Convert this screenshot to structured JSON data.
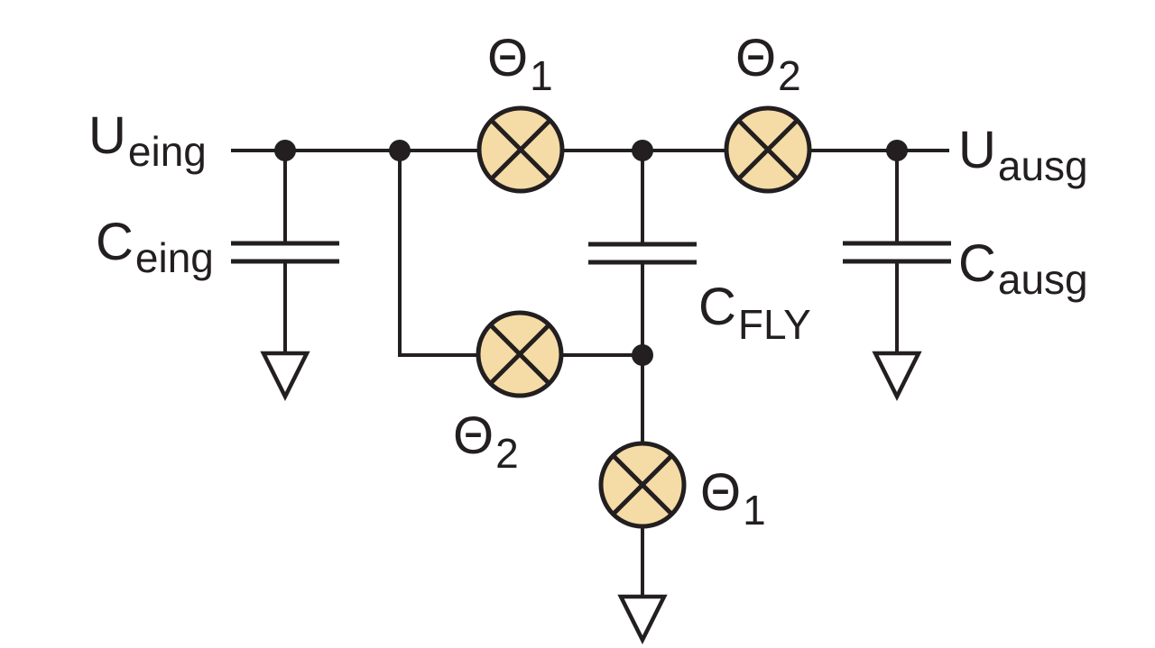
{
  "labels": {
    "input_voltage": {
      "main": "U",
      "sub": "eing"
    },
    "input_capacitor": {
      "main": "C",
      "sub": "eing"
    },
    "output_voltage": {
      "main": "U",
      "sub": "ausg"
    },
    "output_capacitor": {
      "main": "C",
      "sub": "ausg"
    },
    "flying_capacitor": {
      "main": "C",
      "sub": "FLY"
    },
    "switch_top_left": {
      "main": "Θ",
      "sub": "1"
    },
    "switch_top_right": {
      "main": "Θ",
      "sub": "2"
    },
    "switch_bottom_left": {
      "main": "Θ",
      "sub": "2"
    },
    "switch_bottom_ground": {
      "main": "Θ",
      "sub": "1"
    }
  },
  "colors": {
    "line": "#231f20",
    "switch_fill": "#f5dba6",
    "background": "#ffffff"
  }
}
